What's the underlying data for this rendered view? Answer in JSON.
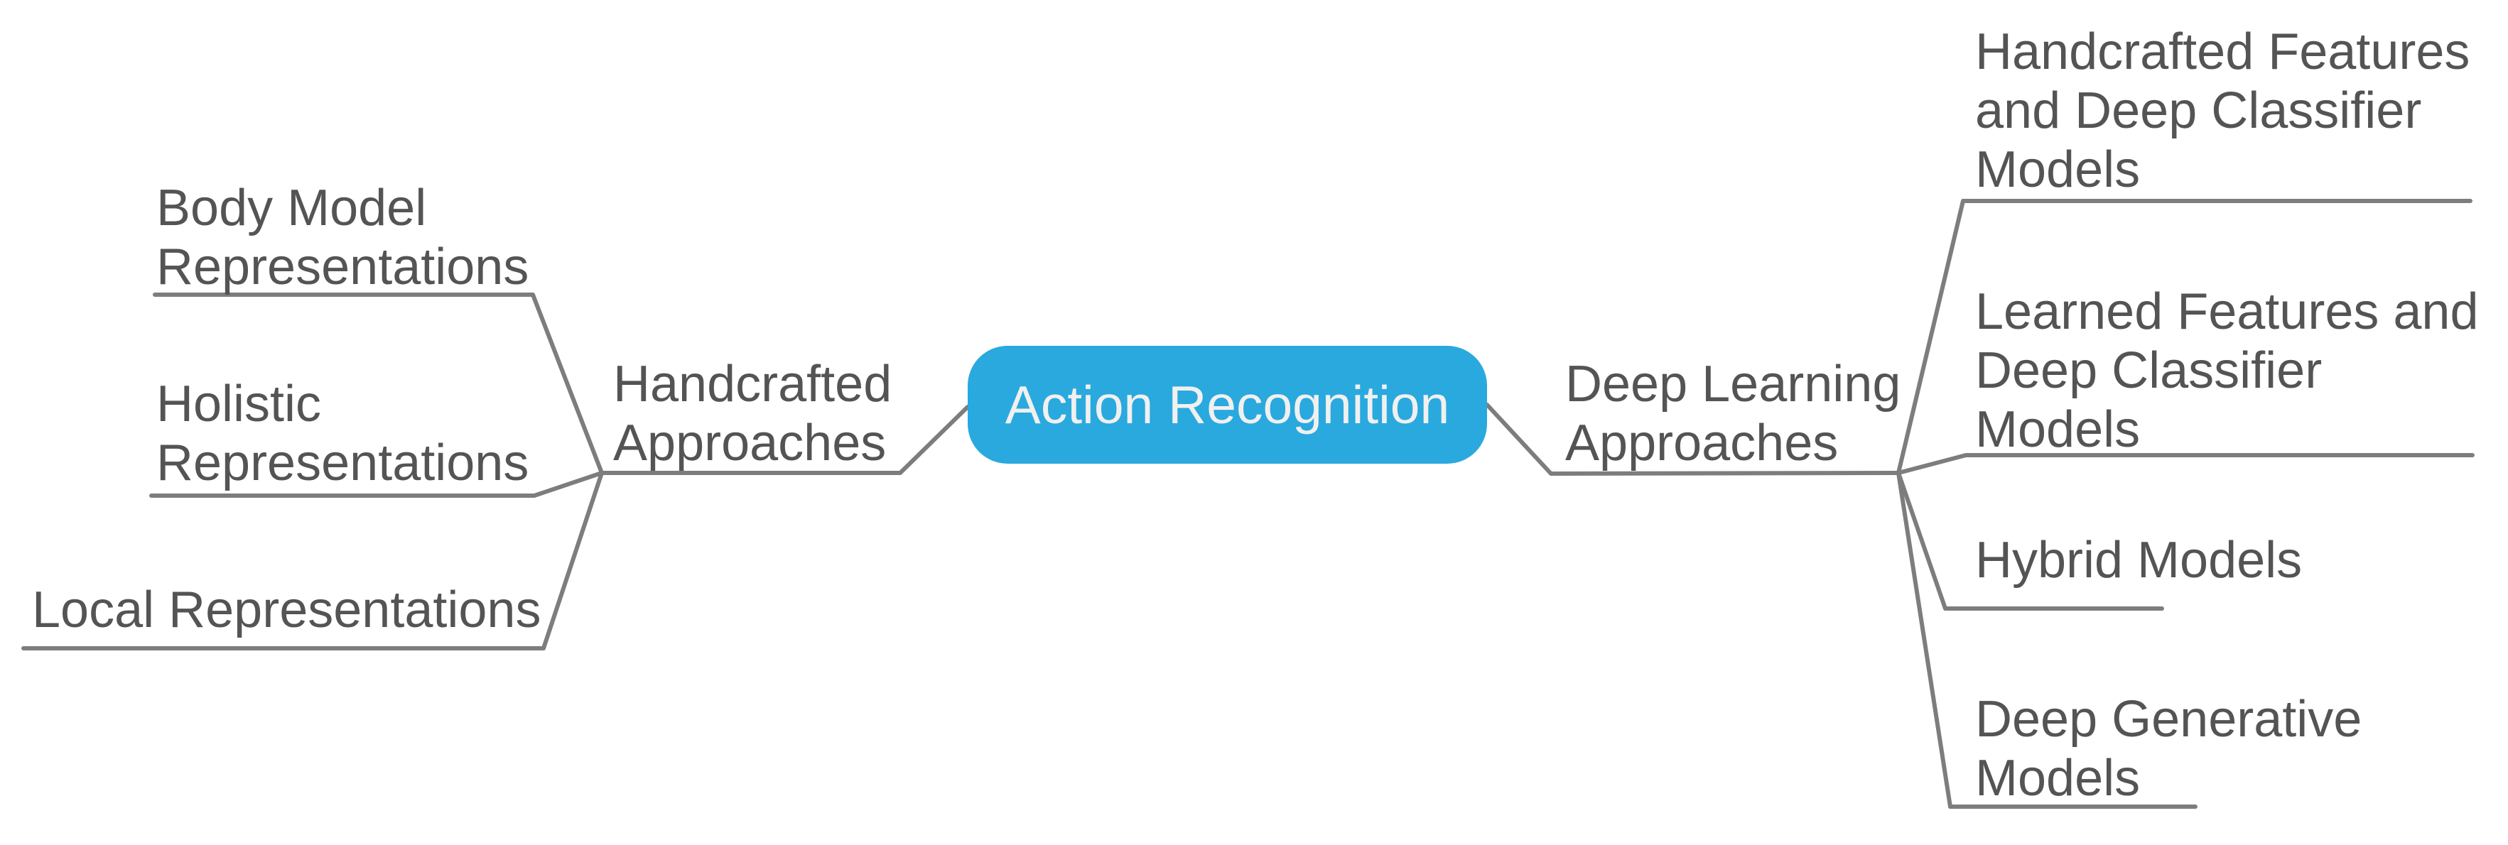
{
  "diagram": {
    "type": "mindmap",
    "root": {
      "label": "Action Recognition"
    },
    "left_branch": {
      "label": "Handcrafted\nApproaches",
      "children": [
        {
          "label": "Body Model\nRepresentations"
        },
        {
          "label": "Holistic\nRepresentations"
        },
        {
          "label": "Local Representations"
        }
      ]
    },
    "right_branch": {
      "label": "Deep Learning\nApproaches",
      "children": [
        {
          "label": "Handcrafted Features\nand Deep Classifier\nModels"
        },
        {
          "label": "Learned Features and\nDeep Classifier\nModels"
        },
        {
          "label": "Hybrid Models"
        },
        {
          "label": "Deep Generative\nModels"
        }
      ]
    },
    "colors": {
      "root_fill": "#29a9de",
      "root_text": "#f0f0f0",
      "line": "#7d7d7d",
      "text": "#545454"
    }
  }
}
